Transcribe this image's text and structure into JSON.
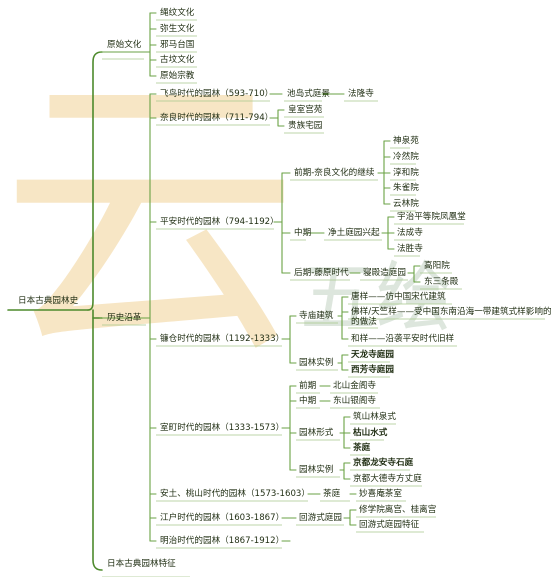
{
  "watermark": {
    "big": "云",
    "text": "五绘"
  },
  "root": "日本古典园林史",
  "l1": {
    "origin": "原始文化",
    "history": "历史沿革",
    "features": "日本古典园林特征"
  },
  "origin_items": [
    "绳纹文化",
    "弥生文化",
    "邪马台国",
    "古坟文化",
    "原始宗教"
  ],
  "asuka": {
    "period": "飞鸟时代的园林（593-710）",
    "a": "池岛式庭景",
    "b": "法隆寺"
  },
  "nara": {
    "period": "奈良时代的园林（711-794）",
    "a": "皇室宫苑",
    "b": "贵族宅园"
  },
  "heian": {
    "period": "平安时代的园林（794-1192）",
    "early": "前期-奈良文化的继续",
    "early_items": [
      "神泉苑",
      "冷然院",
      "淳和院",
      "朱雀院",
      "云林院"
    ],
    "mid": "中期",
    "mid_sub": "净土庭园兴起",
    "mid_items": [
      "宇治平等院凤凰堂",
      "法成寺",
      "法胜寺"
    ],
    "late": "后期-藤原时代",
    "late_sub": "寝殿造庭园",
    "late_items": [
      "高阳院",
      "东三条殿"
    ]
  },
  "kamakura": {
    "period": "镰仓时代的园林（1192-1333）",
    "temple": "寺庙建筑",
    "temple_items": [
      "唐样——仿中国宋代建筑",
      "佛样/天竺样——受中国东南沿海一带建筑式样影响的",
      "和样——沿袭平安时代旧样"
    ],
    "temple_wrap": "的做法",
    "cases": "园林实例",
    "case_items": [
      "天龙寺庭园",
      "西芳寺庭园"
    ]
  },
  "muromachi": {
    "period": "室町时代的园林（1333-1573）",
    "early": "前期",
    "early_item": "北山金阁寺",
    "mid": "中期",
    "mid_item": "东山银阁寺",
    "forms": "园林形式",
    "form_items": [
      "筑山林泉式",
      "枯山水式",
      "茶庭"
    ],
    "cases": "园林实例",
    "case_items": [
      "京都龙安寺石庭",
      "京都大德寺方丈庭"
    ]
  },
  "azuchi": {
    "period": "安土、桃山时代的园林（1573-1603）",
    "a": "茶庭",
    "b": "妙喜庵茶室"
  },
  "edo": {
    "period": "江户时代的园林（1603-1867）",
    "a": "回游式庭园",
    "items": [
      "修学院离宫、桂离宫",
      "回游式庭园特征"
    ]
  },
  "meiji": {
    "period": "明治时代的园林（1867-1912）"
  }
}
